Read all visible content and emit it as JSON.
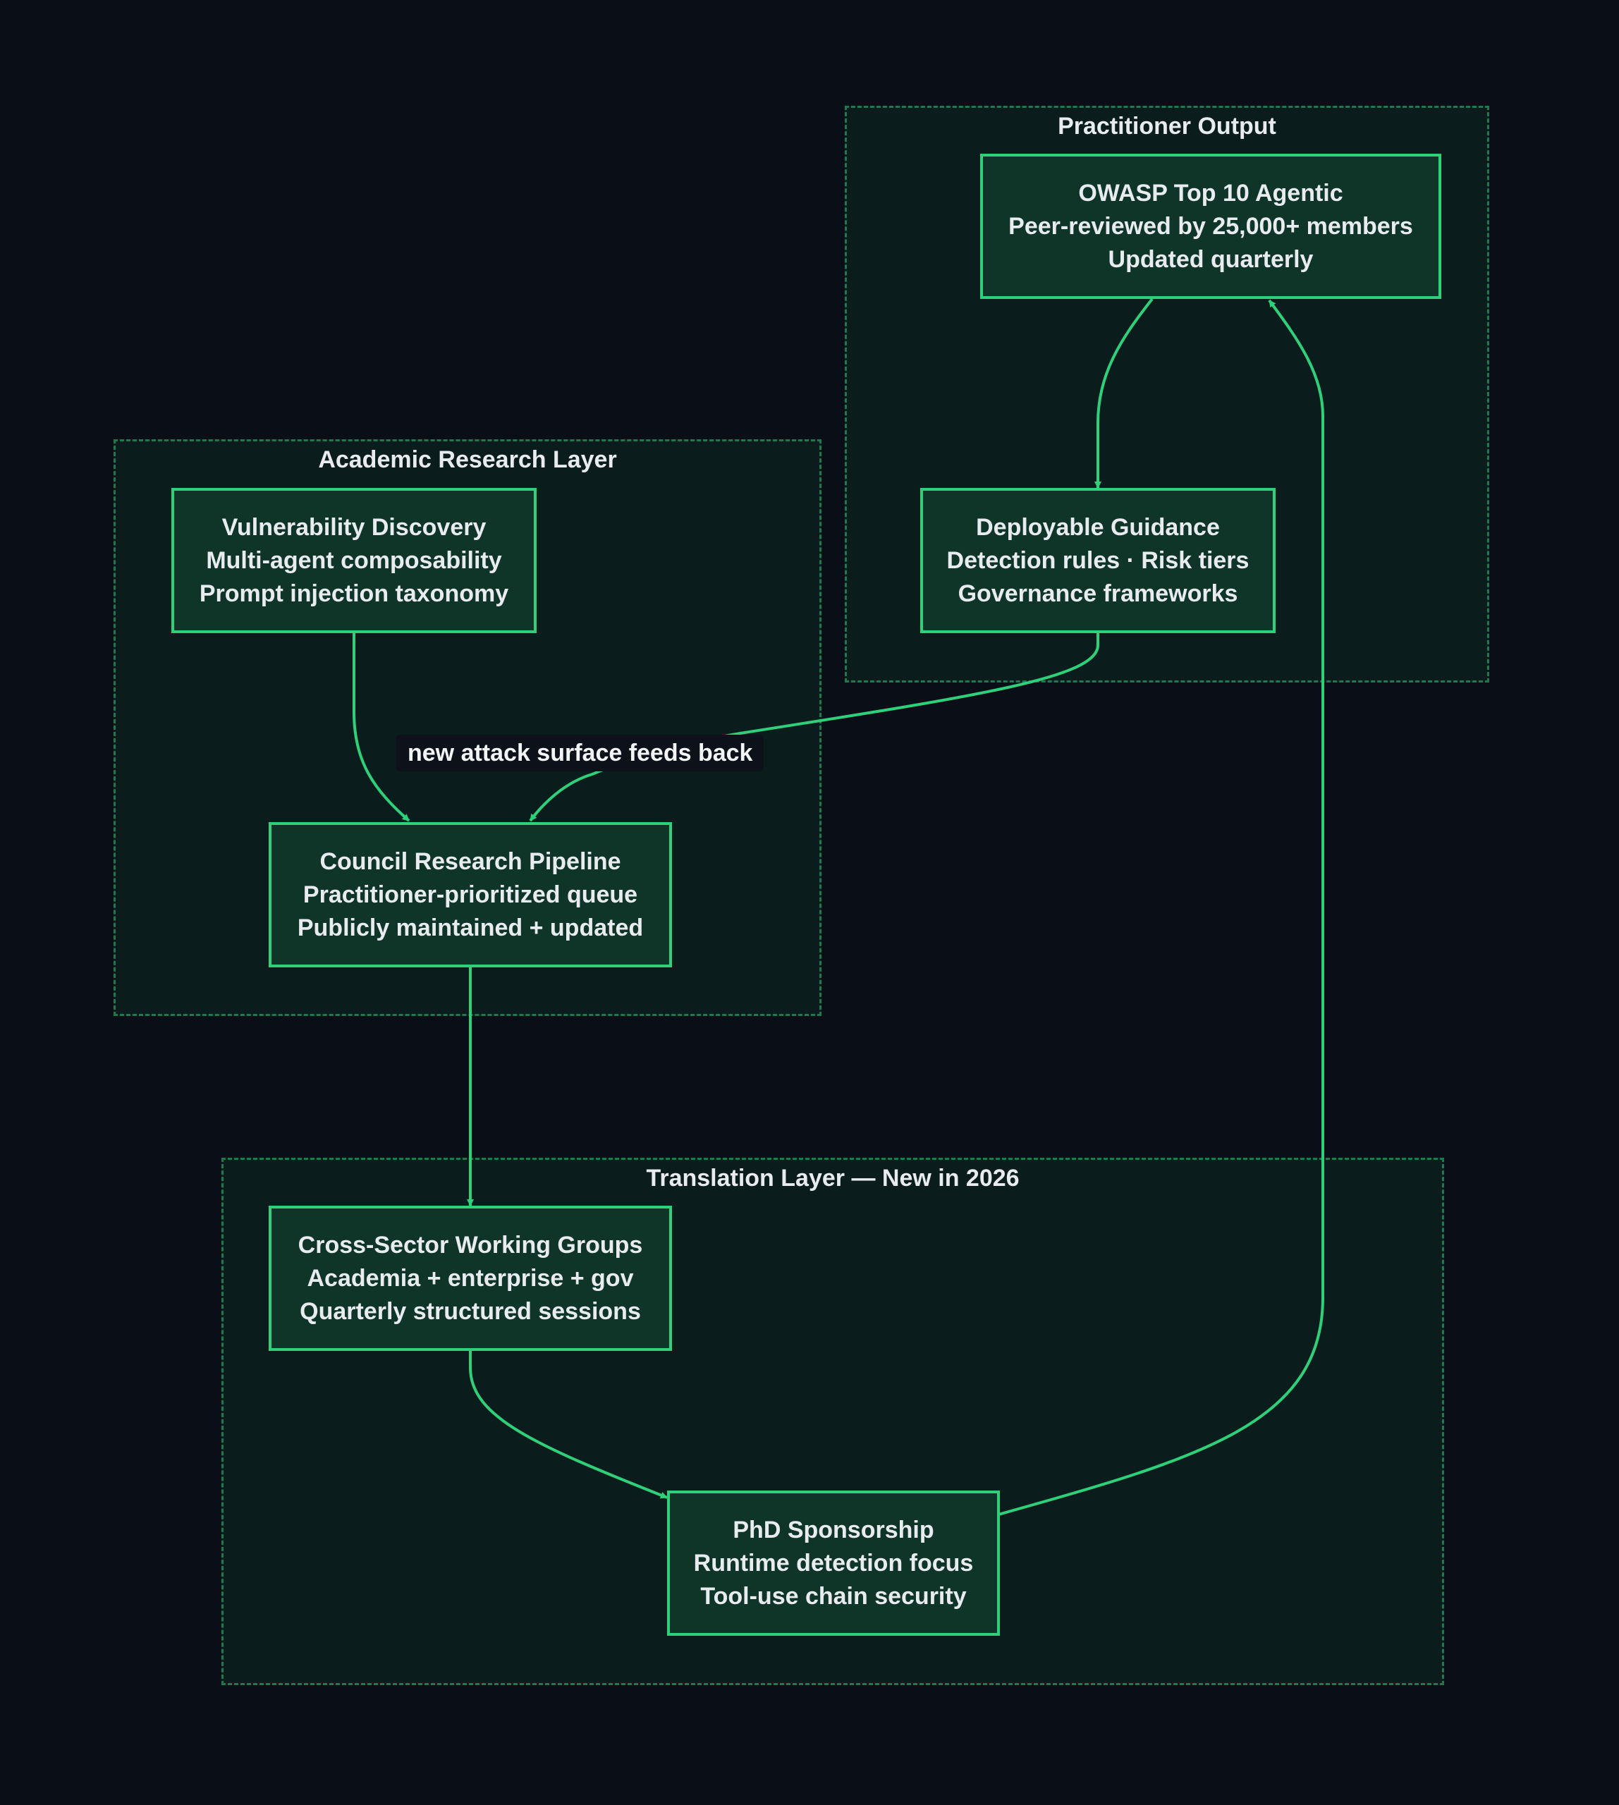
{
  "clusters": {
    "practitioner": {
      "title": "Practitioner Output"
    },
    "academic": {
      "title": "Academic Research Layer"
    },
    "translation": {
      "title": "Translation Layer — New in 2026"
    }
  },
  "nodes": {
    "owasp": {
      "lines": [
        "OWASP Top 10 Agentic",
        "Peer-reviewed by 25,000+ members",
        "Updated quarterly"
      ]
    },
    "guidance": {
      "lines": [
        "Deployable Guidance",
        "Detection rules · Risk tiers",
        "Governance frameworks"
      ]
    },
    "vuln": {
      "lines": [
        "Vulnerability Discovery",
        "Multi-agent composability",
        "Prompt injection taxonomy"
      ]
    },
    "council": {
      "lines": [
        "Council Research Pipeline",
        "Practitioner-prioritized queue",
        "Publicly maintained + updated"
      ]
    },
    "crosssector": {
      "lines": [
        "Cross-Sector Working Groups",
        "Academia + enterprise + gov",
        "Quarterly structured sessions"
      ]
    },
    "phd": {
      "lines": [
        "PhD Sponsorship",
        "Runtime detection focus",
        "Tool-use chain security"
      ]
    }
  },
  "edge_labels": {
    "feedback": "new attack surface feeds back"
  },
  "colors": {
    "background": "#0a0e17",
    "cluster_fill": "#0b1c1d",
    "cluster_border": "#1e7a4e",
    "node_fill": "#0f3529",
    "accent": "#2fd07a",
    "text": "#e8ecef"
  }
}
